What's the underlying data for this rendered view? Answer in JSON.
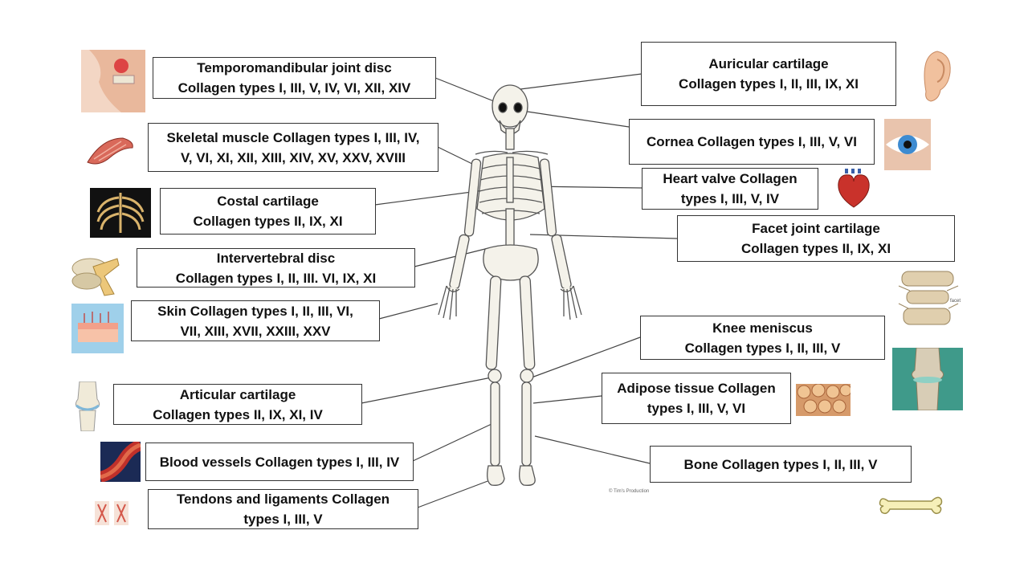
{
  "labels": [
    {
      "id": "tmj",
      "line1": "Temporomandibular joint disc",
      "line2": "Collagen types I, III, V, IV, VI, XII, XIV"
    },
    {
      "id": "skeletal_muscle",
      "line1": "Skeletal muscle Collagen types I, III, IV,",
      "line2": "V, VI, XI, XII, XIII, XIV, XV, XXV, XVIII"
    },
    {
      "id": "costal",
      "line1": "Costal cartilage",
      "line2": "Collagen types II, IX, XI"
    },
    {
      "id": "intervertebral",
      "line1": "Intervertebral disc",
      "line2": "Collagen types I, II, III. VI, IX, XI"
    },
    {
      "id": "skin",
      "line1": "Skin Collagen types I, II, III, VI,",
      "line2": "VII, XIII, XVII, XXIII, XXV"
    },
    {
      "id": "articular",
      "line1": "Articular cartilage",
      "line2": "Collagen types II, IX, XI, IV"
    },
    {
      "id": "blood_vessels",
      "line1": "Blood vessels Collagen types I, III, IV",
      "line2": ""
    },
    {
      "id": "tendons",
      "line1": "Tendons and ligaments Collagen",
      "line2": "types I, III, V"
    },
    {
      "id": "auricular",
      "line1": "Auricular cartilage",
      "line2": "Collagen types I, II, III, IX, XI"
    },
    {
      "id": "cornea",
      "line1": "Cornea Collagen types I, III, V, VI",
      "line2": ""
    },
    {
      "id": "heart_valve",
      "line1": "Heart valve Collagen",
      "line2": "types I, III, V, IV"
    },
    {
      "id": "facet",
      "line1": "Facet joint cartilage",
      "line2": "Collagen types II, IX, XI"
    },
    {
      "id": "meniscus",
      "line1": "Knee meniscus",
      "line2": "Collagen types I, II, III, V"
    },
    {
      "id": "adipose",
      "line1": "Adipose tissue Collagen",
      "line2": "types I, III, V, VI"
    },
    {
      "id": "bone",
      "line1": "Bone Collagen types I, II, III, V",
      "line2": ""
    }
  ],
  "credit": "© Tim's Production",
  "colors": {
    "border": "#333333",
    "line": "#444444",
    "bone": "#f4f2ea",
    "bone_outline": "#555555"
  }
}
